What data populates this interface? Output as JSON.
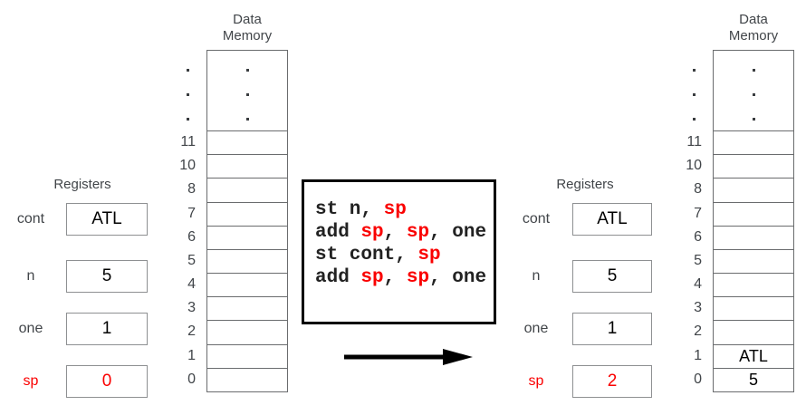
{
  "colors": {
    "background": "#ffffff",
    "red": "#fa0000",
    "label_text": "#414549",
    "value_text": "#000000",
    "code_text": "#222222",
    "register_box_border": "#8e9092",
    "memory_grid_border": "#6a6c6e",
    "code_border": "#000000",
    "arrow": "#000000",
    "dot_color": "#3a3d40"
  },
  "registers_before": {
    "title": "Registers",
    "rows": [
      {
        "label": "cont",
        "value": "ATL",
        "red": false
      },
      {
        "label": "n",
        "value": "5",
        "red": false
      },
      {
        "label": "one",
        "value": "1",
        "red": false
      },
      {
        "label": "sp",
        "value": "0",
        "red": true
      }
    ]
  },
  "registers_after": {
    "title": "Registers",
    "rows": [
      {
        "label": "cont",
        "value": "ATL",
        "red": false
      },
      {
        "label": "n",
        "value": "5",
        "red": false
      },
      {
        "label": "one",
        "value": "1",
        "red": false
      },
      {
        "label": "sp",
        "value": "2",
        "red": true
      }
    ]
  },
  "memory_before": {
    "title": [
      "Data",
      "Memory"
    ],
    "ellipsis": [
      ".",
      ".",
      "."
    ],
    "rows": [
      {
        "address": "11",
        "value": ""
      },
      {
        "address": "10",
        "value": ""
      },
      {
        "address": "8",
        "value": ""
      },
      {
        "address": "7",
        "value": ""
      },
      {
        "address": "6",
        "value": ""
      },
      {
        "address": "5",
        "value": ""
      },
      {
        "address": "4",
        "value": ""
      },
      {
        "address": "3",
        "value": ""
      },
      {
        "address": "2",
        "value": ""
      },
      {
        "address": "1",
        "value": ""
      },
      {
        "address": "0",
        "value": ""
      }
    ]
  },
  "memory_after": {
    "title": [
      "Data",
      "Memory"
    ],
    "ellipsis": [
      ".",
      ".",
      "."
    ],
    "rows": [
      {
        "address": "11",
        "value": ""
      },
      {
        "address": "10",
        "value": ""
      },
      {
        "address": "8",
        "value": ""
      },
      {
        "address": "7",
        "value": ""
      },
      {
        "address": "6",
        "value": ""
      },
      {
        "address": "5",
        "value": ""
      },
      {
        "address": "4",
        "value": ""
      },
      {
        "address": "3",
        "value": ""
      },
      {
        "address": "2",
        "value": ""
      },
      {
        "address": "1",
        "value": "ATL"
      },
      {
        "address": "0",
        "value": "5"
      }
    ]
  },
  "code": {
    "lines": [
      [
        {
          "t": "st n, ",
          "red": false
        },
        {
          "t": "sp",
          "red": true
        }
      ],
      [
        {
          "t": "add ",
          "red": false
        },
        {
          "t": "sp",
          "red": true
        },
        {
          "t": ", ",
          "red": false
        },
        {
          "t": "sp",
          "red": true
        },
        {
          "t": ", one",
          "red": false
        }
      ],
      [
        {
          "t": "st cont, ",
          "red": false
        },
        {
          "t": "sp",
          "red": true
        }
      ],
      [
        {
          "t": "add ",
          "red": false
        },
        {
          "t": "sp",
          "red": true
        },
        {
          "t": ", ",
          "red": false
        },
        {
          "t": "sp",
          "red": true
        },
        {
          "t": ", one",
          "red": false
        }
      ]
    ]
  }
}
